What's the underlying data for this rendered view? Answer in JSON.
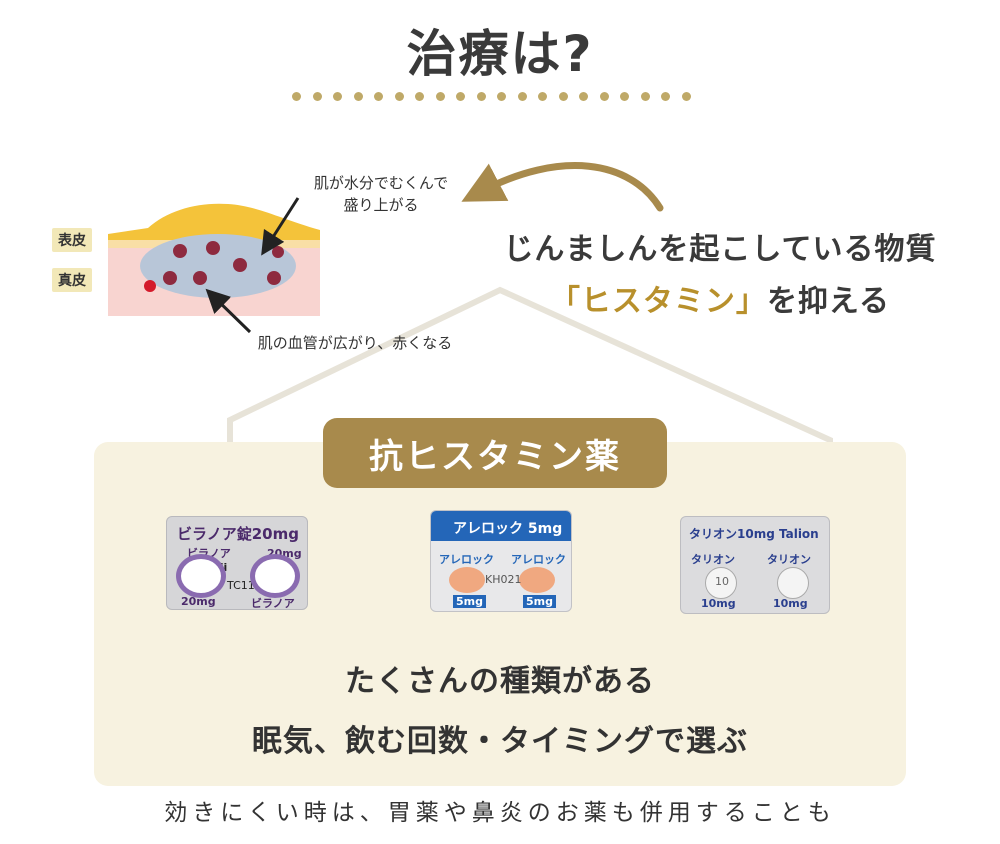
{
  "title": "治療は?",
  "diagram": {
    "labels": {
      "epidermis": "表皮",
      "dermis": "真皮"
    },
    "annotation_top": [
      "肌が水分でむくんで",
      "盛り上がる"
    ],
    "annotation_bottom": "肌の血管が広がり、赤くなる"
  },
  "explanation": {
    "line1": "じんましんを起こしている物質",
    "line2_highlight": "「ヒスタミン」",
    "line2_rest": "を抑える"
  },
  "drug_section": {
    "title": "抗ヒスタミン薬",
    "packs": [
      {
        "name": "ビラノア錠20mg",
        "top_label": "ビラノア錠20mg",
        "tablet_labels": [
          "ビラノア",
          "20mg",
          "meiji",
          "TC11",
          "20mg",
          "ビラノア"
        ]
      },
      {
        "name": "アレロック5mg",
        "top_label": "アレロック 5mg",
        "tablet_labels": [
          "アレロック",
          "アレロック",
          "KH021",
          "5mg",
          "5mg"
        ]
      },
      {
        "name": "タリオン10mg",
        "top_label": "タリオン10mg Talion",
        "tablet_labels": [
          "タリオン",
          "タリオン",
          "10",
          "10mg",
          "10mg"
        ]
      }
    ],
    "line1": "たくさんの種類がある",
    "line2": "眠気、飲む回数・タイミングで選ぶ"
  },
  "footer": "効きにくい時は、胃薬や鼻炎のお薬も併用することも",
  "colors": {
    "gold": "#a88a4c",
    "highlight": "#b8902c",
    "panel": "#f7f2e0",
    "dots": "#bfa968"
  }
}
